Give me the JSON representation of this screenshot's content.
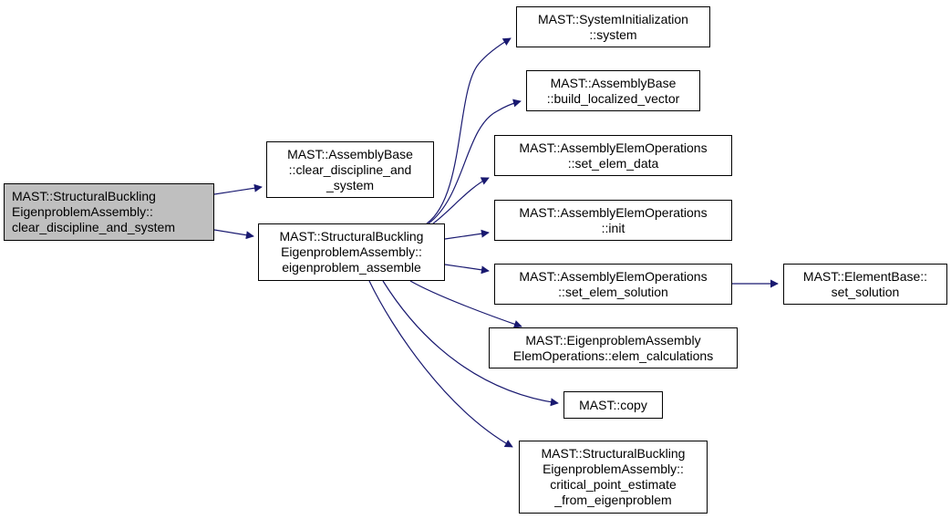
{
  "colors": {
    "edge": "#191970",
    "root_fill": "#bfbfbf",
    "node_fill": "#ffffff",
    "border": "#000000"
  },
  "nodes": {
    "root": {
      "lines": [
        "MAST::StructuralBuckling",
        "EigenproblemAssembly::",
        "clear_discipline_and_system"
      ]
    },
    "clear_discipline": {
      "lines": [
        "MAST::AssemblyBase",
        "::clear_discipline_and",
        "_system"
      ]
    },
    "eigenproblem_assemble": {
      "lines": [
        "MAST::StructuralBuckling",
        "EigenproblemAssembly::",
        "eigenproblem_assemble"
      ]
    },
    "system": {
      "lines": [
        "MAST::SystemInitialization",
        "::system"
      ]
    },
    "build_localized_vector": {
      "lines": [
        "MAST::AssemblyBase",
        "::build_localized_vector"
      ]
    },
    "set_elem_data": {
      "lines": [
        "MAST::AssemblyElemOperations",
        "::set_elem_data"
      ]
    },
    "init": {
      "lines": [
        "MAST::AssemblyElemOperations",
        "::init"
      ]
    },
    "set_elem_solution": {
      "lines": [
        "MAST::AssemblyElemOperations",
        "::set_elem_solution"
      ]
    },
    "set_solution": {
      "lines": [
        "MAST::ElementBase::",
        "set_solution"
      ]
    },
    "elem_calculations": {
      "lines": [
        "MAST::EigenproblemAssembly",
        "ElemOperations::elem_calculations"
      ]
    },
    "copy": {
      "lines": [
        "MAST::copy"
      ]
    },
    "critical_point": {
      "lines": [
        "MAST::StructuralBuckling",
        "EigenproblemAssembly::",
        "critical_point_estimate",
        "_from_eigenproblem"
      ]
    }
  },
  "edges": [
    {
      "from": "root",
      "to": "clear_discipline"
    },
    {
      "from": "root",
      "to": "eigenproblem_assemble"
    },
    {
      "from": "eigenproblem_assemble",
      "to": "system"
    },
    {
      "from": "eigenproblem_assemble",
      "to": "build_localized_vector"
    },
    {
      "from": "eigenproblem_assemble",
      "to": "set_elem_data"
    },
    {
      "from": "eigenproblem_assemble",
      "to": "init"
    },
    {
      "from": "eigenproblem_assemble",
      "to": "set_elem_solution"
    },
    {
      "from": "set_elem_solution",
      "to": "set_solution"
    },
    {
      "from": "eigenproblem_assemble",
      "to": "elem_calculations"
    },
    {
      "from": "eigenproblem_assemble",
      "to": "copy"
    },
    {
      "from": "eigenproblem_assemble",
      "to": "critical_point"
    }
  ]
}
